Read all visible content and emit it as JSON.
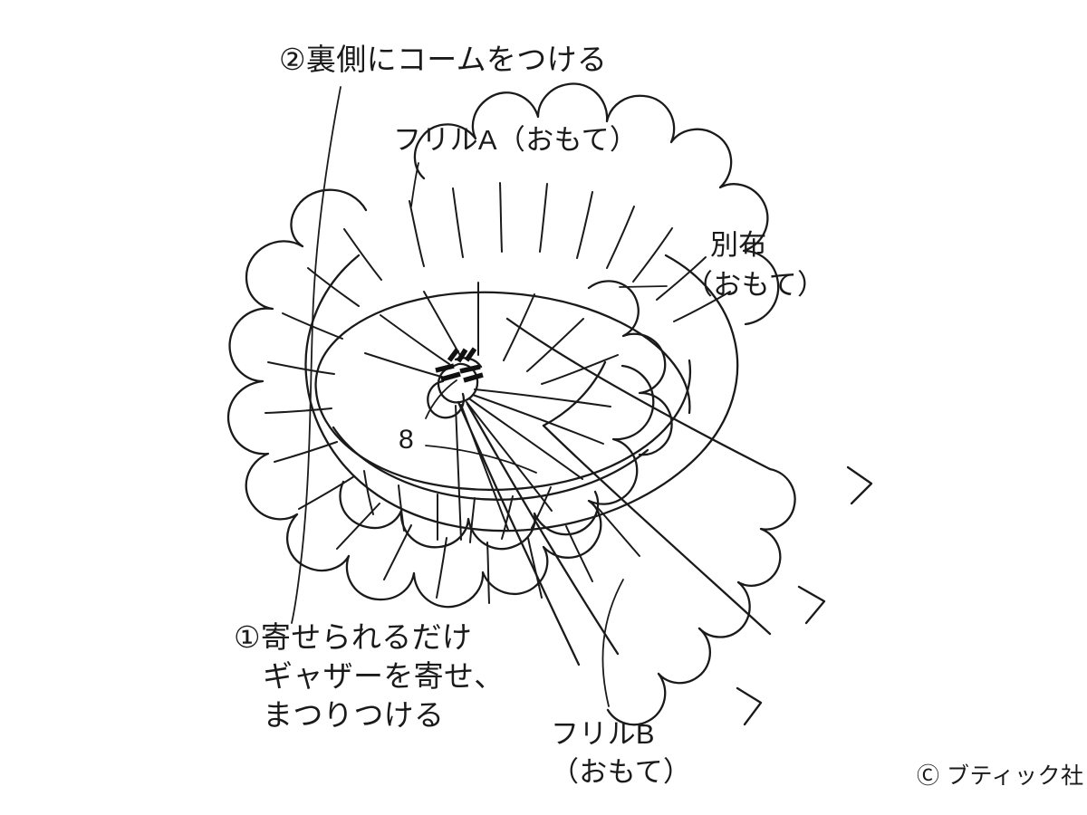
{
  "document": {
    "type": "sewing-instruction-diagram",
    "subject": "hair-comb-flower-corsage",
    "background_color": "#ffffff",
    "line_color": "#1a1a1a",
    "text_color": "#1a1a1a"
  },
  "labels": {
    "step2": "②裏側にコームをつける",
    "frill_a": "フリルA（おもて）",
    "betsu_nuno_line1": "別布",
    "betsu_nuno_line2": "（おもて）",
    "step1_line1": "①寄せられるだけ",
    "step1_line2": "ギャザーを寄せ、",
    "step1_line3": "まつりつける",
    "frill_b_line1": "フリルB",
    "frill_b_line2": "（おもて）",
    "stitch_number": "8",
    "copyright": "Ⓒ ブティック社"
  },
  "parts": [
    {
      "id": "frill-a",
      "label": "フリルA（おもて）",
      "description": "outer scalloped ruffle, front side"
    },
    {
      "id": "frill-b",
      "label": "フリルB（おもて）",
      "description": "inner / lower ruffle, front side"
    },
    {
      "id": "betsu-nuno",
      "label": "別布（おもて）",
      "description": "separate scallop-edged fabric band, front side"
    },
    {
      "id": "center-knot",
      "label": "8",
      "description": "gathered centre secured with hand stitches"
    }
  ],
  "steps": [
    {
      "number": "①",
      "text": "寄せられるだけギャザーを寄せ、まつりつける"
    },
    {
      "number": "②",
      "text": "裏側にコームをつける"
    }
  ],
  "icons": {
    "copyright": "copyright-icon"
  }
}
